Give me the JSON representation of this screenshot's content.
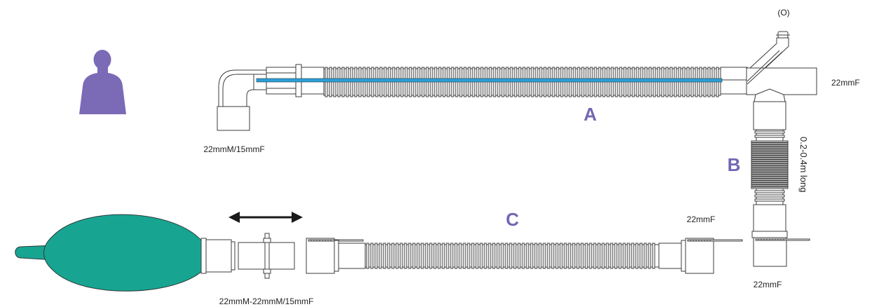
{
  "labels": {
    "top_port": "(O)",
    "tpiece_port": "22mmF",
    "elbow_connector": "22mmM/15mmF",
    "tube_a": "A",
    "tube_b": "B",
    "tube_b_length": "0.2-0.4m long",
    "tube_c": "C",
    "tube_c_end": "22mmF",
    "tube_b_end": "22mmF",
    "bag_adapter": "22mmM-22mmM/15mmF"
  },
  "colors": {
    "patient": "#7b6bb6",
    "letters": "#7466b3",
    "bag": "#17a592",
    "inner_tube": "#2a9fd6",
    "outline": "#3c3c3c"
  },
  "icons": {
    "patient": "person-silhouette-icon",
    "movement": "double-arrow-icon"
  }
}
